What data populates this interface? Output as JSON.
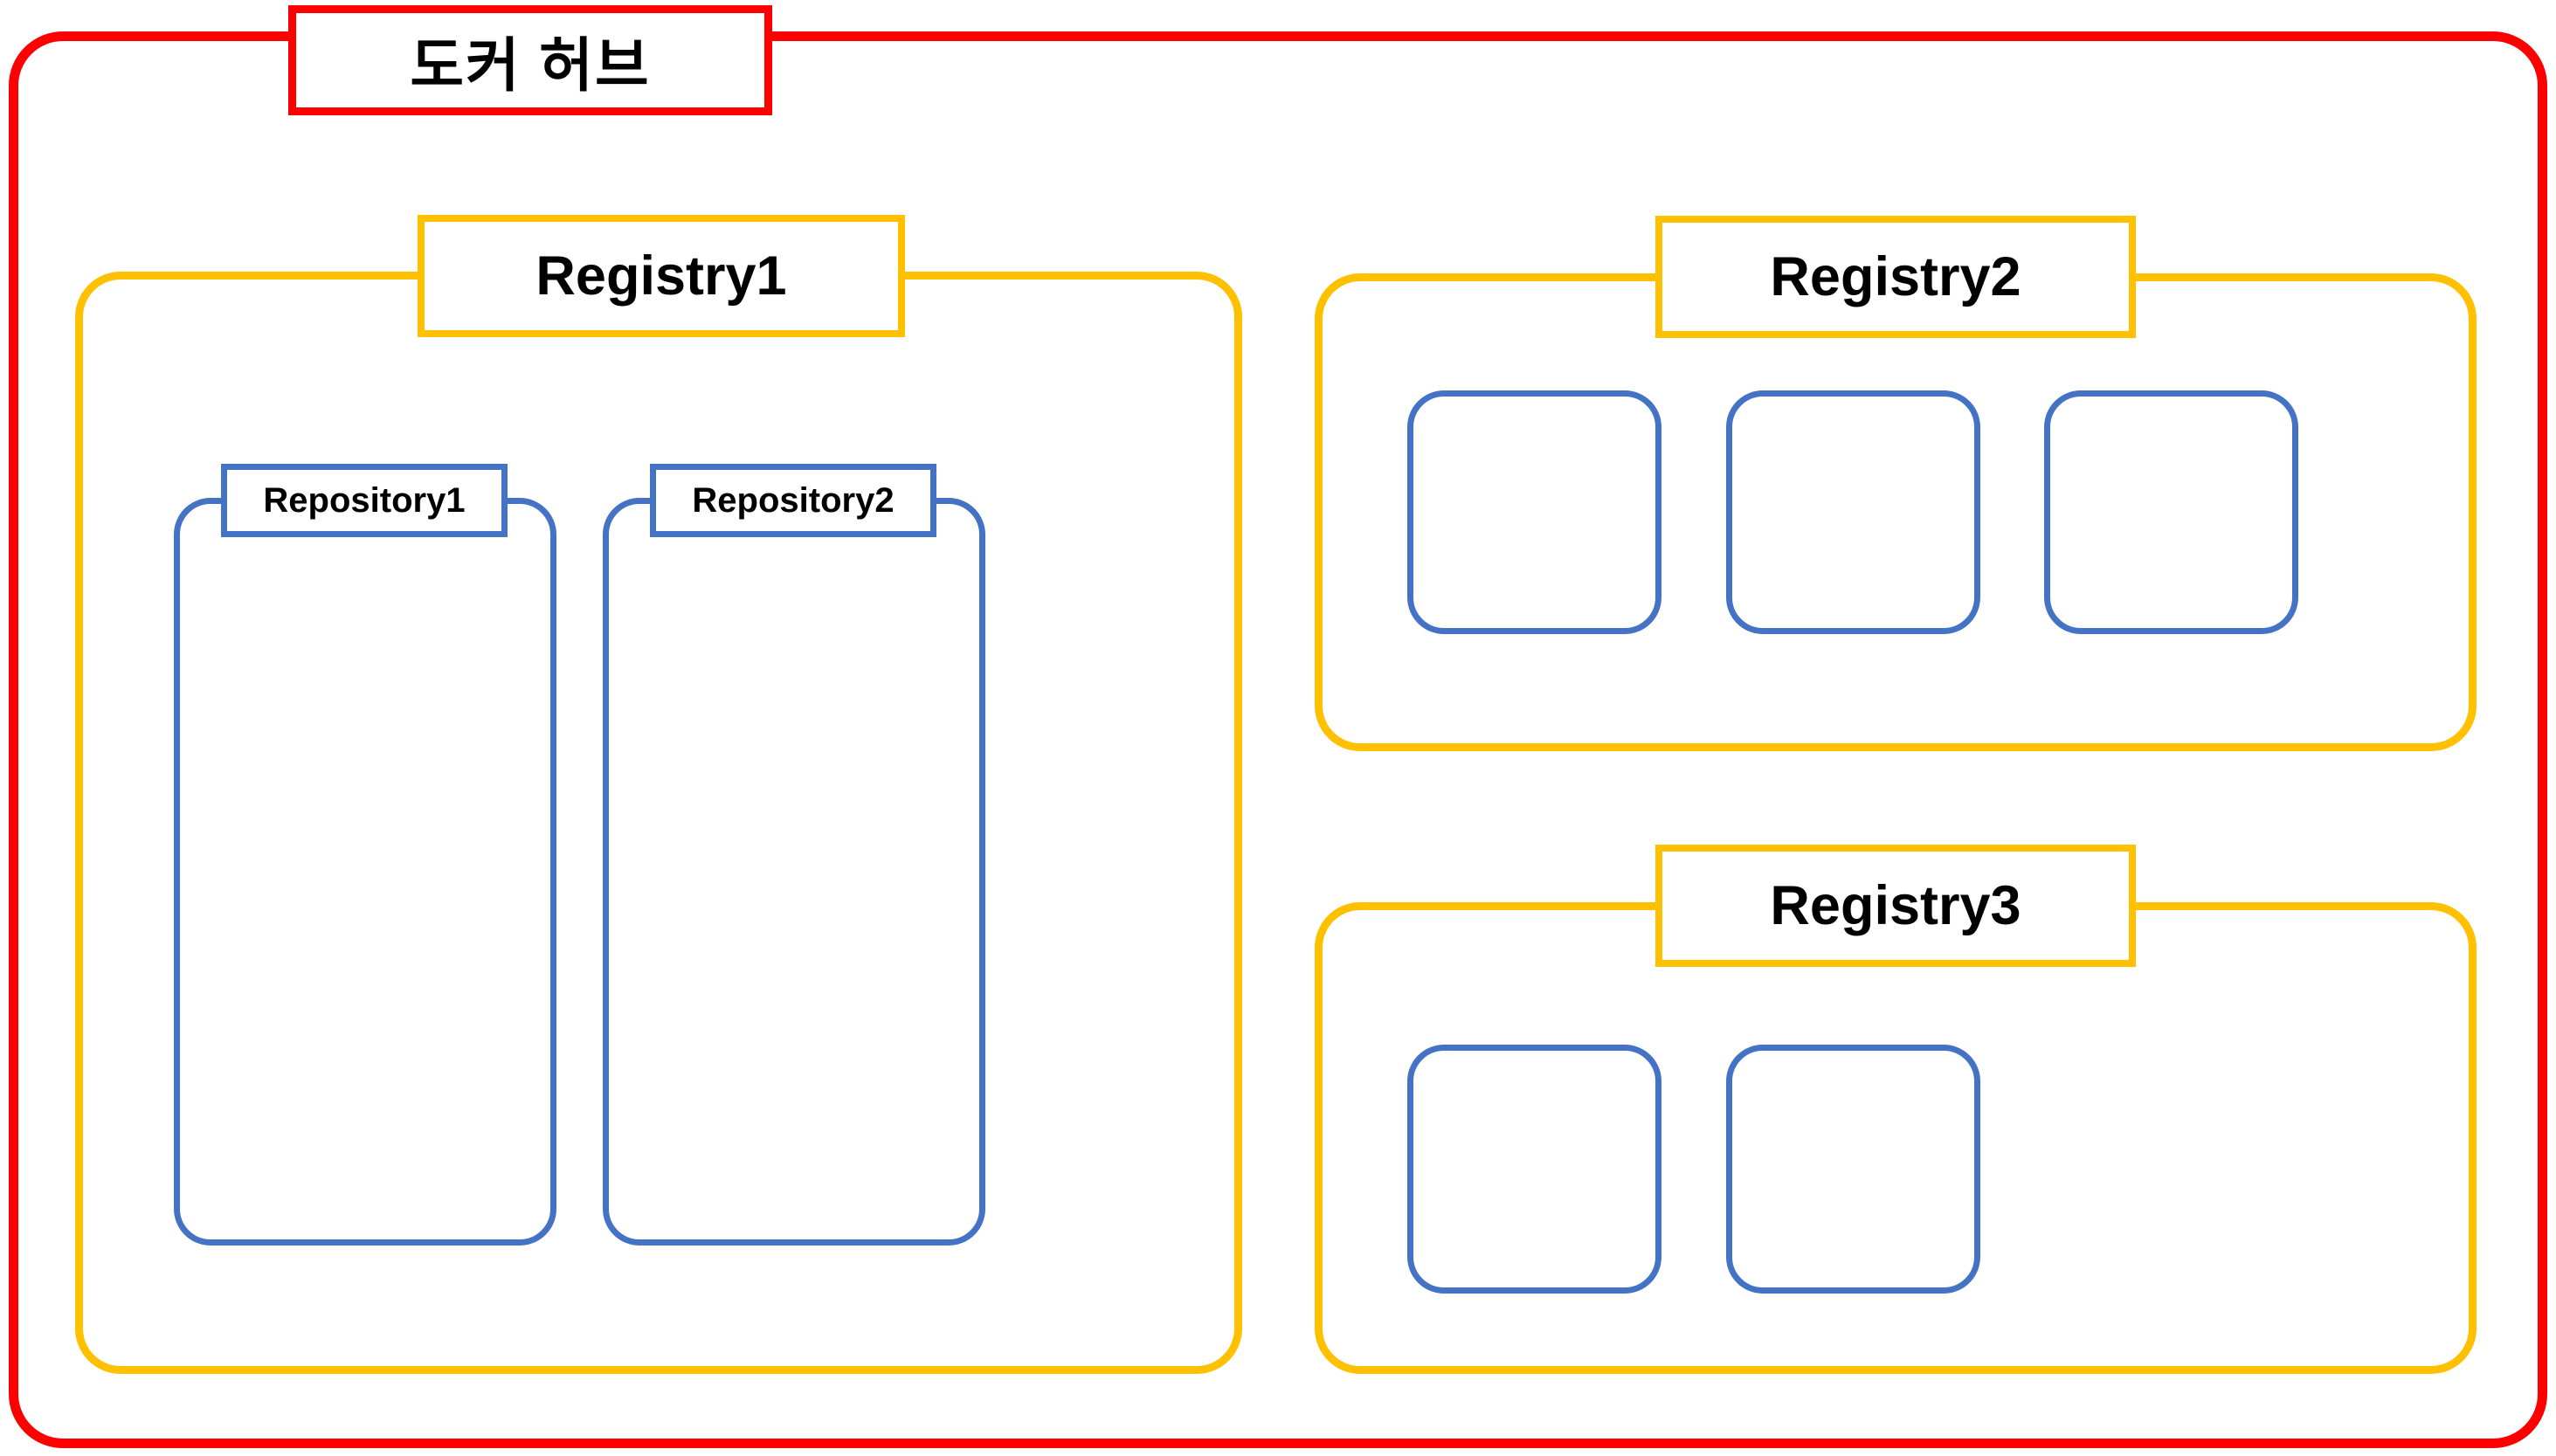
{
  "diagram": {
    "title": "도커 허브",
    "colors": {
      "hub_border": "#FF0000",
      "registry_border": "#FFC000",
      "repository_border": "#4472C4",
      "background": "#FFFFFF"
    },
    "registries": [
      {
        "label": "Registry1",
        "repositories": [
          {
            "label": "Repository1",
            "images": []
          },
          {
            "label": "Repository2",
            "images": []
          }
        ],
        "image_count": 0
      },
      {
        "label": "Registry2",
        "repositories": [],
        "image_count": 3
      },
      {
        "label": "Registry3",
        "repositories": [],
        "image_count": 2
      }
    ]
  }
}
